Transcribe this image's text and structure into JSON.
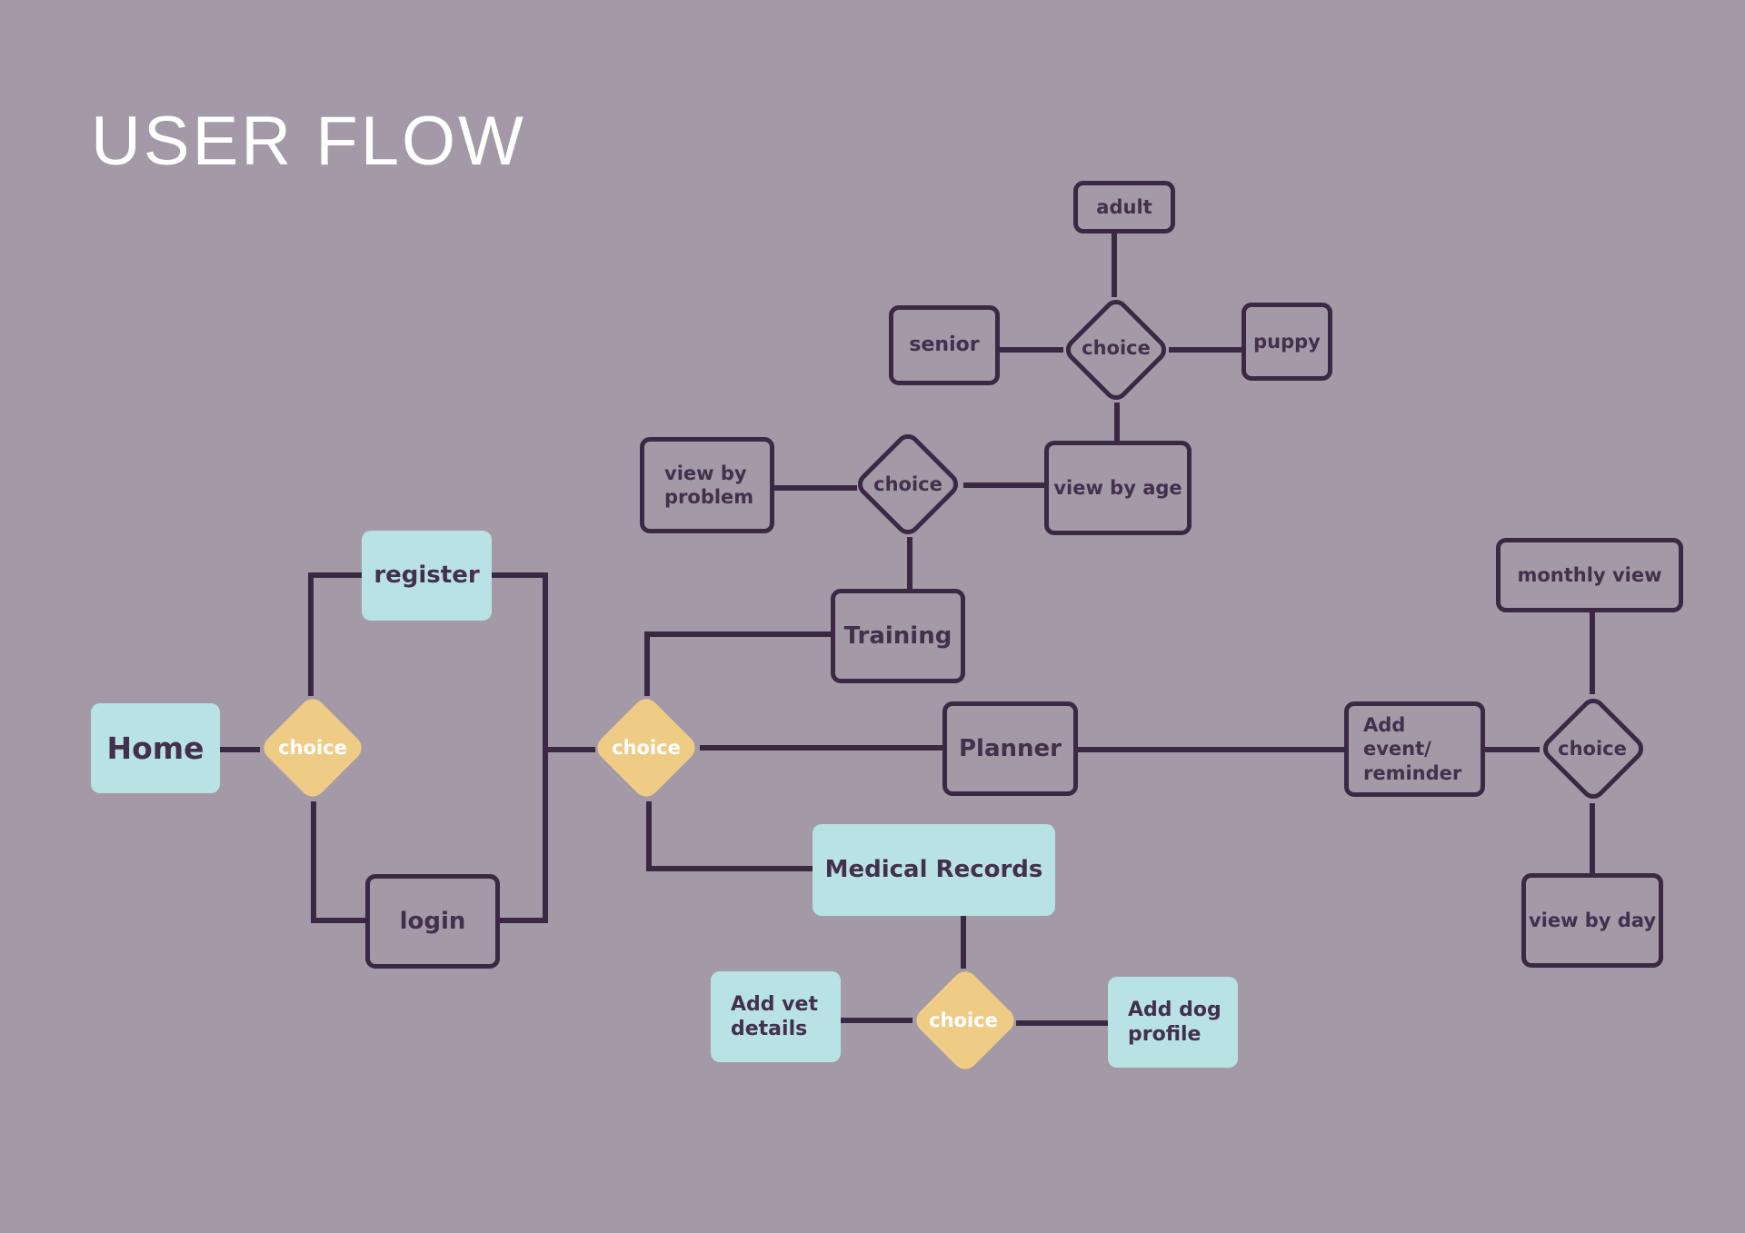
{
  "title": "USER FLOW",
  "colors": {
    "background": "#a399a7",
    "stroke": "#3b2944",
    "text": "#43304d",
    "node_fill": "#b9e2e4",
    "choice_fill": "#efcc86"
  },
  "nodes": {
    "home": "Home",
    "register": "register",
    "login": "login",
    "training": "Training",
    "planner": "Planner",
    "medical_records": "Medical Records",
    "view_by_problem": "view by problem",
    "view_by_age": "view by age",
    "senior": "senior",
    "adult": "adult",
    "puppy": "puppy",
    "add_event_reminder": "Add event/ reminder",
    "monthly_view": "monthly view",
    "view_by_day": "view by day",
    "add_vet_details": "Add vet details",
    "add_dog_profile": "Add dog profile"
  },
  "choices": {
    "home_choice": "choice",
    "main_choice": "choice",
    "training_choice": "choice",
    "age_choice": "choice",
    "planner_choice": "choice",
    "medical_choice": "choice"
  }
}
